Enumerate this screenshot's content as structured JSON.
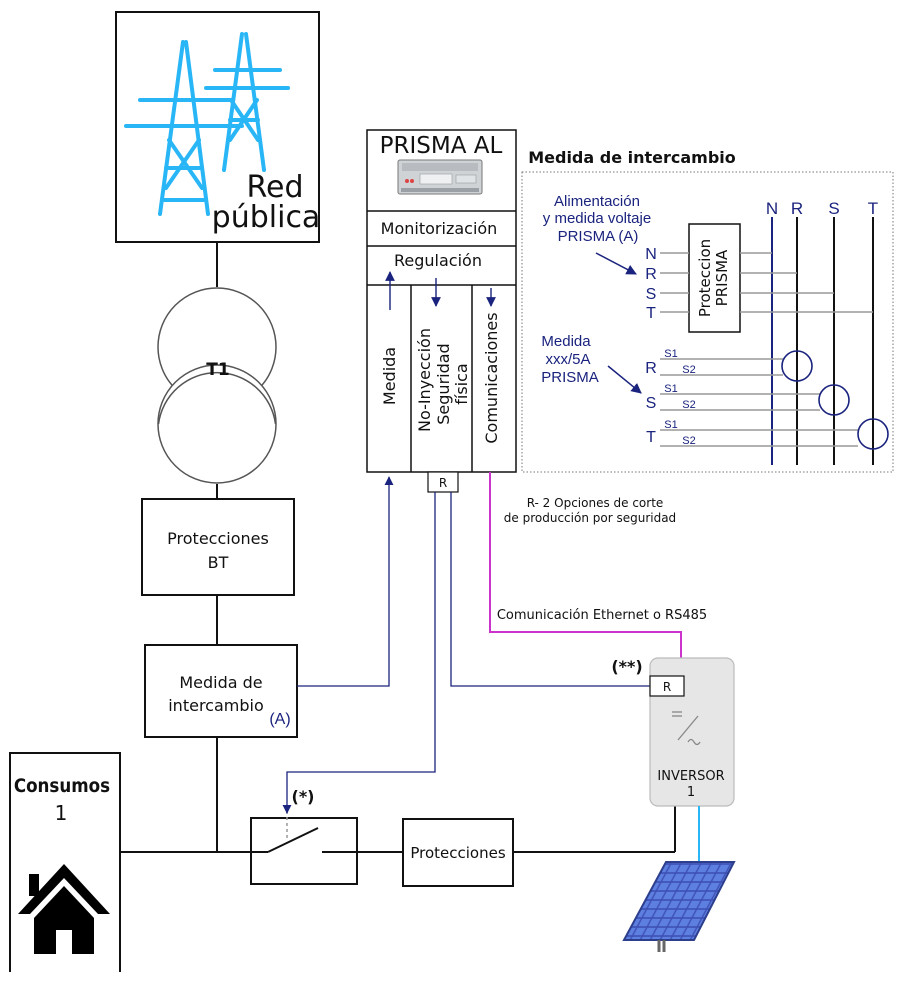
{
  "grid": {
    "title_line1": "Red",
    "title_line2": "pública"
  },
  "transformer": {
    "label": "T1"
  },
  "protecciones_bt": {
    "line1": "Protecciones",
    "line2": "BT"
  },
  "medida_box": {
    "line1": "Medida de",
    "line2": "intercambio",
    "tag": "(A)"
  },
  "consumos": {
    "line1": "Consumos",
    "line2": "1"
  },
  "switch": {
    "note": "(*)"
  },
  "protecciones": {
    "label": "Protecciones"
  },
  "prisma": {
    "title": "PRISMA AL",
    "monitor": "Monitorización",
    "regulation": "Regulación",
    "col_medida": "Medida",
    "col_noiny_1": "No-Inyección",
    "col_noiny_2": "Seguridad",
    "col_noiny_3": "física",
    "col_com": "Comunicaciones",
    "relay": "R"
  },
  "notes": {
    "cut_line1": "R- 2 Opciones de corte",
    "cut_line2": "de producción por seguridad",
    "comm": "Comunicación Ethernet o RS485"
  },
  "inverter": {
    "relay": "R",
    "note": "(**)",
    "label": "INVERSOR",
    "number": "1"
  },
  "exchange": {
    "title": "Medida de intercambio",
    "supply_1": "Alimentación",
    "supply_2": "y medida voltaje",
    "supply_3": "PRISMA (A)",
    "prot_1": "Proteccion",
    "prot_2": "PRISMA",
    "meas_1": "Medida",
    "meas_2": "xxx/5A",
    "meas_3": "PRISMA",
    "bus": [
      "N",
      "R",
      "S",
      "T"
    ],
    "inputs": [
      "N",
      "R",
      "S",
      "T"
    ],
    "ct_phases": [
      "R",
      "S",
      "T"
    ],
    "s1": "S1",
    "s2": "S2"
  },
  "colors": {
    "line": "#111111",
    "navy": "#1a237e",
    "magenta": "#cc33cc",
    "cyan": "#29b6f6",
    "panel": "#3f51b5",
    "inverter_fill": "#e6e6e6"
  }
}
